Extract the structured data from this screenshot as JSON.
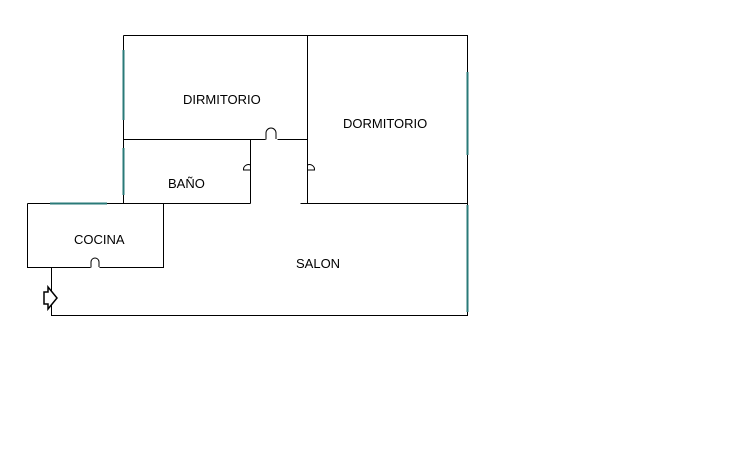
{
  "rooms": {
    "dormitorio1": "DIRMITORIO",
    "dormitorio2": "DORMITORIO",
    "bano": "BAÑO",
    "cocina": "COCINA",
    "salon": "SALON"
  },
  "colors": {
    "wall": "#000000",
    "window": "#2a7a78"
  },
  "icons": {
    "entrance": "entrance-arrow-icon"
  }
}
